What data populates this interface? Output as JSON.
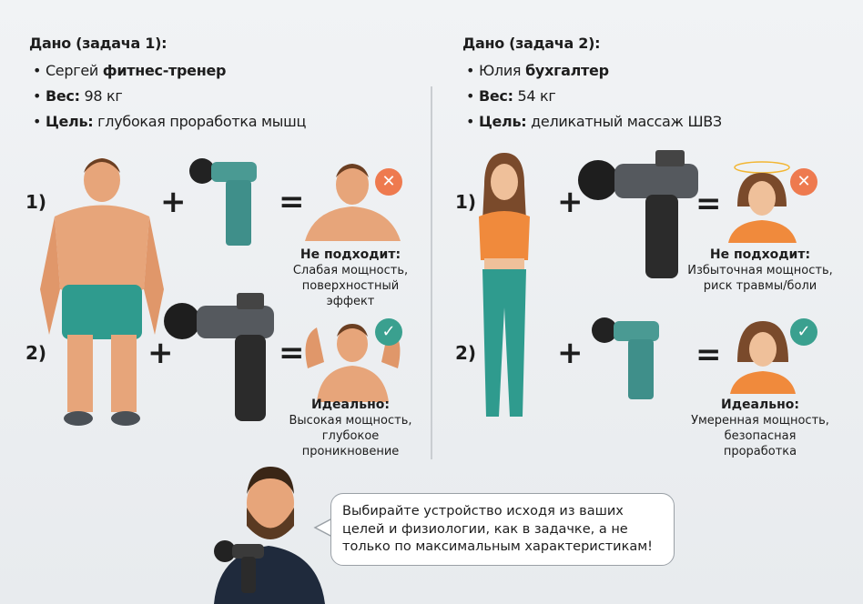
{
  "task1": {
    "heading": "Дано (задача 1):",
    "name": "Сергей",
    "role": "фитнес-тренер",
    "weight_label": "Вес:",
    "weight_value": "98 кг",
    "goal_label": "Цель:",
    "goal_value": "глубокая проработка мышц",
    "option1": {
      "num": "1)",
      "status_icon": "x-icon",
      "title": "Не подходит:",
      "lines": [
        "Слабая мощность,",
        "поверхностный",
        "эффект"
      ]
    },
    "option2": {
      "num": "2)",
      "status_icon": "check-icon",
      "title": "Идеально:",
      "lines": [
        "Высокая мощность,",
        "глубокое",
        "проникновение"
      ]
    }
  },
  "task2": {
    "heading": "Дано (задача 2):",
    "name": "Юлия",
    "role": "бухгалтер",
    "weight_label": "Вес:",
    "weight_value": "54 кг",
    "goal_label": "Цель:",
    "goal_value": "деликатный массаж ШВЗ",
    "option1": {
      "num": "1)",
      "status_icon": "x-icon",
      "title": "Не подходит:",
      "lines": [
        "Избыточная мощность,",
        "риск травмы/боли"
      ]
    },
    "option2": {
      "num": "2)",
      "status_icon": "check-icon",
      "title": "Идеально:",
      "lines": [
        "Умеренная мощность,",
        "безопасная",
        "проработка"
      ]
    }
  },
  "operators": {
    "plus": "+",
    "equals": "="
  },
  "advice": "Выбирайте устройство исходя из ваших целей и физиологии, как в задачке, а не только по максимальным характеристикам!",
  "colors": {
    "bad": "#ee7a4f",
    "good": "#3aa08f",
    "teal": "#3f8f8a",
    "orange": "#f08a3c"
  }
}
